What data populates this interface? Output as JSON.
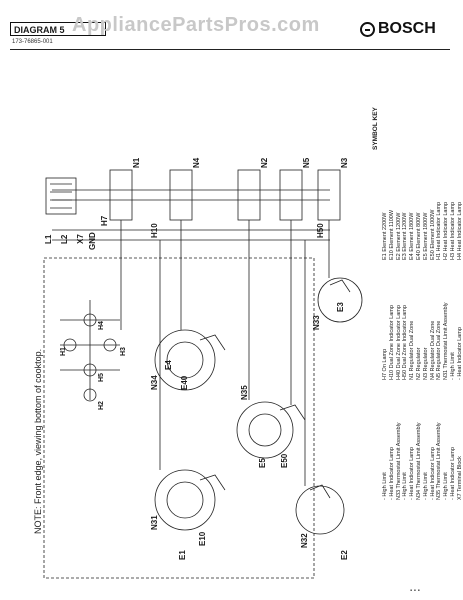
{
  "header": {
    "diagram_label": "DIAGRAM 5",
    "part_number": "173-76865-001",
    "watermark": "AppliancePartsPros.com",
    "brand": "BOSCH"
  },
  "note": "NOTE: Front edge, viewing bottom of cooktop.",
  "symbol_key": {
    "title": "SYMBOL KEY",
    "entries": [
      "E1  Element 2200W",
      "E10 Element 1100W",
      "E2  Element 1200W",
      "E3  Element 1200W",
      "E4  Element 1800W",
      "E40 Element 800W",
      "E5  Element 1800W",
      "E50 Element 1000W",
      "H1  Heat Indicator Lamp",
      "H2  Heat Indicator Lamp",
      "H3  Heat Indicator Lamp",
      "H4  Heat Indicator Lamp",
      "H5  Heat Indicator Lamp",
      "H7  On Lamp",
      "H10 Dual Zone Indicator Lamp",
      "H40 Dual Zone Indicator Lamp",
      "H50 Dual Zone Indicator Lamp",
      "N1  Regulator Dual Zone",
      "N2  Regulator",
      "N3  Regulator",
      "N4  Regulator Dual Zone",
      "N5  Regulator Dual Zone",
      "N31 Thermostat Limit Assembly",
      "      - High Limit",
      "      - Heat Indicator Lamp",
      "N32 Thermostat Limit Assembly",
      "      - High Limit",
      "      - Heat Indicator Lamp",
      "N33 Thermostat Limit Assembly",
      "      - High Limit",
      "      - Heat Indicator Lamp",
      "N34 Thermostat Limit Assembly",
      "      - High Limit",
      "      - Heat Indicator Lamp",
      "N35 Thermostat Limit Assembly",
      "      - High Limit",
      "      - Heat Indicator Lamp",
      "X7  Terminal Block"
    ]
  },
  "components": {
    "top_row": [
      "L1",
      "L2",
      "X7",
      "GND",
      "H7",
      "N1",
      "H10",
      "N4",
      "N2",
      "N5",
      "H50",
      "N3"
    ],
    "bottom_row": [
      "N31",
      "E1",
      "E10",
      "N32",
      "E2",
      "N35",
      "E5",
      "E50",
      "N34",
      "E4",
      "E40",
      "N33",
      "E3"
    ],
    "lamps": [
      "H1",
      "H2",
      "H3",
      "H4",
      "H5"
    ]
  },
  "footer": "▪ ▪  ▪"
}
